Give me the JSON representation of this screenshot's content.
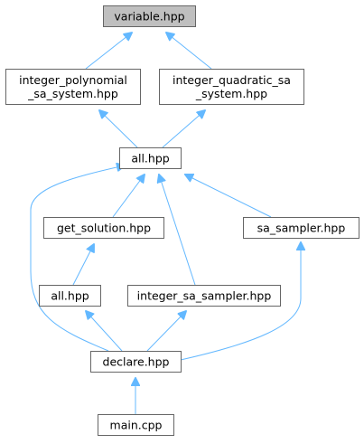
{
  "graph": {
    "highlight_fill": "#bfbfbf",
    "node_fill": "#ffffff",
    "edge_color": "#63b8ff",
    "nodes": [
      {
        "id": "variable",
        "lines": [
          "variable.hpp"
        ],
        "highlighted": true
      },
      {
        "id": "int_poly",
        "lines": [
          "integer_polynomial",
          "_sa_system.hpp"
        ]
      },
      {
        "id": "int_quad",
        "lines": [
          "integer_quadratic_sa",
          "_system.hpp"
        ]
      },
      {
        "id": "all_top",
        "lines": [
          "all.hpp"
        ]
      },
      {
        "id": "get_sol",
        "lines": [
          "get_solution.hpp"
        ]
      },
      {
        "id": "sa_samp",
        "lines": [
          "sa_sampler.hpp"
        ]
      },
      {
        "id": "all_low",
        "lines": [
          "all.hpp"
        ]
      },
      {
        "id": "int_sa",
        "lines": [
          "integer_sa_sampler.hpp"
        ]
      },
      {
        "id": "declare",
        "lines": [
          "declare.hpp"
        ]
      },
      {
        "id": "main",
        "lines": [
          "main.cpp"
        ]
      }
    ],
    "edges": [
      {
        "from": "int_poly",
        "to": "variable"
      },
      {
        "from": "int_quad",
        "to": "variable"
      },
      {
        "from": "all_top",
        "to": "int_poly"
      },
      {
        "from": "all_top",
        "to": "int_quad"
      },
      {
        "from": "get_sol",
        "to": "all_top"
      },
      {
        "from": "sa_samp",
        "to": "all_top"
      },
      {
        "from": "int_sa",
        "to": "all_top"
      },
      {
        "from": "declare",
        "to": "all_top"
      },
      {
        "from": "all_low",
        "to": "get_sol"
      },
      {
        "from": "declare",
        "to": "all_low"
      },
      {
        "from": "declare",
        "to": "int_sa"
      },
      {
        "from": "declare",
        "to": "sa_samp"
      },
      {
        "from": "main",
        "to": "declare"
      }
    ]
  }
}
